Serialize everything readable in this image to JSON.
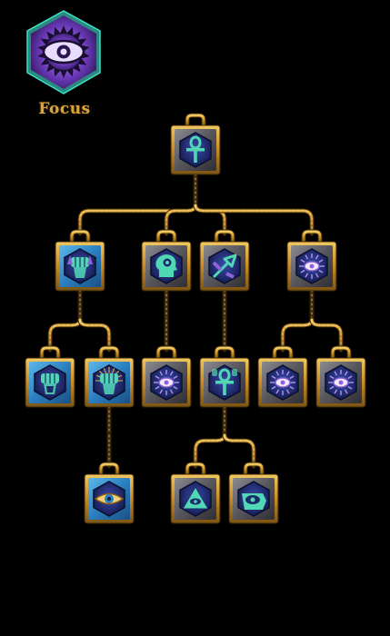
{
  "header": {
    "school_icon": "eye-sigil-icon",
    "title": "Focus"
  },
  "colors": {
    "gold": "#d7a13b",
    "gold_dark": "#7a5416",
    "gray_frame": "#5f5f63",
    "blue_frame": "#2f86c6",
    "teal_glyph": "#52d7b5",
    "violet_glyph": "#8d63d8",
    "hex_fill": "#1c2a6b"
  },
  "tree": {
    "nodes": [
      {
        "id": "root-ankh",
        "icon": "ankh-icon",
        "variant": "gray"
      },
      {
        "id": "tier1-fist",
        "icon": "fist-crystal-icon",
        "variant": "blue"
      },
      {
        "id": "tier1-mind-gear",
        "icon": "mind-gear-icon",
        "variant": "gray"
      },
      {
        "id": "tier1-arrows",
        "icon": "crossed-arrows-icon",
        "variant": "gray"
      },
      {
        "id": "tier1-eye-rune",
        "icon": "eye-rune-icon",
        "variant": "gray"
      },
      {
        "id": "tier2-fist-shield",
        "icon": "fist-shield-icon",
        "variant": "blue"
      },
      {
        "id": "tier2-radiant-fist",
        "icon": "radiant-fist-icon",
        "variant": "blue"
      },
      {
        "id": "tier2-eye-rune-a",
        "icon": "eye-rune-icon",
        "variant": "gray"
      },
      {
        "id": "tier2-ankh-fist",
        "icon": "ankh-fist-icon",
        "variant": "gray"
      },
      {
        "id": "tier2-eye-rune-b",
        "icon": "eye-rune-icon",
        "variant": "gray"
      },
      {
        "id": "tier2-eye-rune-c",
        "icon": "eye-rune-icon",
        "variant": "gray"
      },
      {
        "id": "tier3-golden-eye",
        "icon": "golden-eye-icon",
        "variant": "blue"
      },
      {
        "id": "tier3-pyramid-eye",
        "icon": "pyramid-eye-icon",
        "variant": "gray"
      },
      {
        "id": "tier3-eye-hand",
        "icon": "eye-hand-icon",
        "variant": "gray"
      }
    ]
  }
}
